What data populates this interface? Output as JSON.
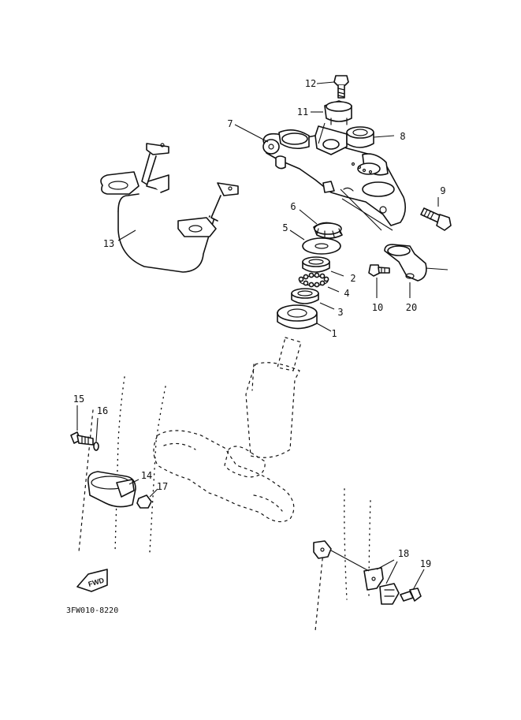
{
  "callouts": [
    {
      "id": "c1",
      "label": "1"
    },
    {
      "id": "c2",
      "label": "2"
    },
    {
      "id": "c3",
      "label": "3"
    },
    {
      "id": "c4",
      "label": "4"
    },
    {
      "id": "c5",
      "label": "5"
    },
    {
      "id": "c6",
      "label": "6"
    },
    {
      "id": "c7",
      "label": "7"
    },
    {
      "id": "c8",
      "label": "8"
    },
    {
      "id": "c9",
      "label": "9"
    },
    {
      "id": "c10",
      "label": "10"
    },
    {
      "id": "c11",
      "label": "11"
    },
    {
      "id": "c12",
      "label": "12"
    },
    {
      "id": "c13",
      "label": "13"
    },
    {
      "id": "c14",
      "label": "14"
    },
    {
      "id": "c15",
      "label": "15"
    },
    {
      "id": "c16",
      "label": "16"
    },
    {
      "id": "c17",
      "label": "17"
    },
    {
      "id": "c18",
      "label": "18"
    },
    {
      "id": "c19",
      "label": "19"
    },
    {
      "id": "c20",
      "label": "20"
    }
  ],
  "diagram_code": "3FW010-8220",
  "fwd_badge": "FWD"
}
